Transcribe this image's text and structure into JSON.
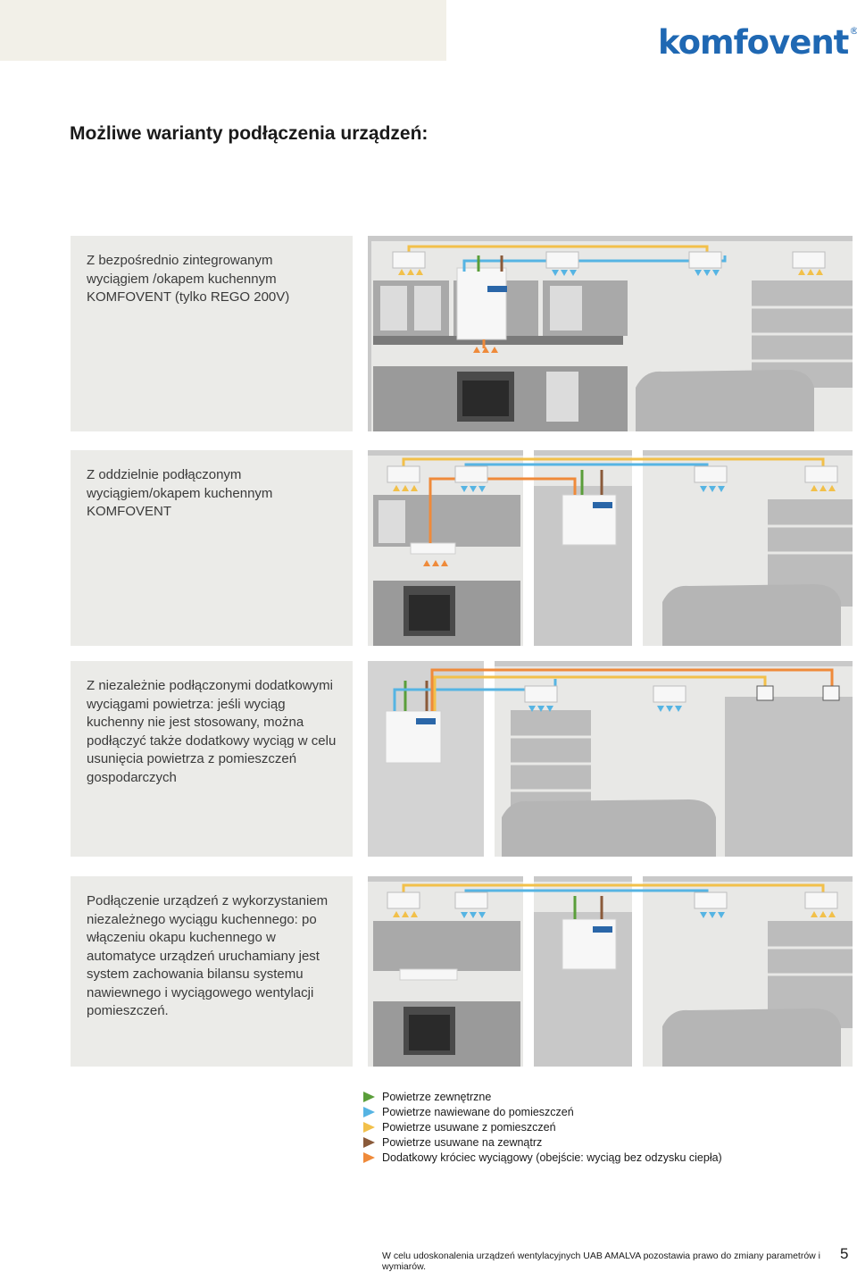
{
  "brand": {
    "logo_text": "komfovent",
    "logo_mark": "®",
    "color": "#1f68b3"
  },
  "page": {
    "heading": "Możliwe warianty podłączenia urządzeń:",
    "footer": "W celu udoskonalenia urządzeń wentylacyjnych UAB AMALVA pozostawia prawo do zmiany parametrów i wymiarów.",
    "page_number": "5"
  },
  "sections": [
    {
      "text": "Z bezpośrednio zintegrowanym wyciągiem /okapem kuchennym KOMFOVENT (tylko REGO 200V)"
    },
    {
      "text": "Z oddzielnie podłączonym wyciągiem/okapem kuchennym KOMFOVENT"
    },
    {
      "text": "Z niezależnie podłączonymi dodatkowymi wyciągami powietrza: jeśli wyciąg kuchenny nie jest stosowany, można podłączyć także dodatkowy wyciąg w celu usunięcia powietrza z pomieszczeń gospodarczych"
    },
    {
      "text": "Podłączenie urządzeń z wykorzystaniem niezależnego wyciągu kuchennego: po włączeniu okapu kuchennego w automatyce urządzeń uruchamiany jest system zachowania bilansu systemu nawiewnego i wyciągowego wentylacji pomieszczeń."
    }
  ],
  "legend": [
    {
      "label": "Powietrze zewnętrzne",
      "color": "#5a9e3a"
    },
    {
      "label": "Powietrze nawiewane do pomieszczeń",
      "color": "#56b4e3"
    },
    {
      "label": "Powietrze usuwane z pomieszczeń",
      "color": "#f2c04a"
    },
    {
      "label": "Powietrze usuwane na zewnątrz",
      "color": "#8a5a3a"
    },
    {
      "label": "Dodatkowy króciec wyciągowy (obejście: wyciąg bez odzysku ciepła)",
      "color": "#ef8a3a"
    }
  ],
  "colors": {
    "outdoor": "#5a9e3a",
    "supply": "#56b4e3",
    "extract": "#f2c04a",
    "exhaust": "#8a5a3a",
    "bypass": "#ef8a3a",
    "wall": "#c9c9c9",
    "room": "#e8e8e6"
  }
}
